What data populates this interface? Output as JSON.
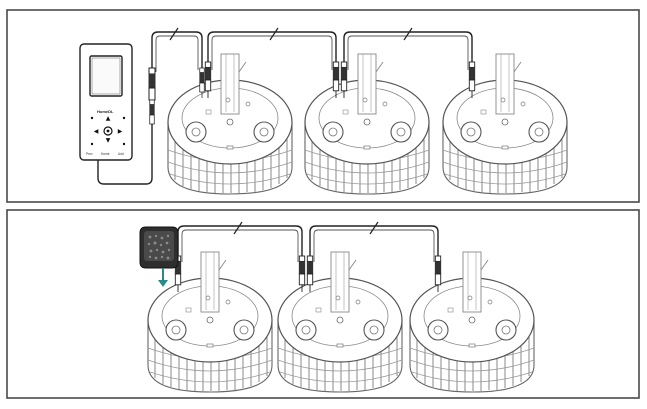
{
  "controller": {
    "brand": "HomeDL",
    "footer_left": "Prev",
    "footer_mid": "Home",
    "footer_right": "Add"
  },
  "colors": {
    "frame": "#4a4a4a",
    "line": "#222222",
    "arrow": "#2a8a8a",
    "fin": "#8a8a8a",
    "dongle": "#3a3a3a"
  },
  "icons": {
    "up": "▲",
    "down": "▼",
    "left": "◀",
    "right": "▶",
    "center": "●"
  },
  "panels": [
    {
      "name": "top-panel",
      "controller": "handheld-remote",
      "fixtures": 3,
      "cable_breaks": 3
    },
    {
      "name": "bottom-panel",
      "controller": "wireless-dongle",
      "fixtures": 3,
      "cable_breaks": 2
    }
  ]
}
